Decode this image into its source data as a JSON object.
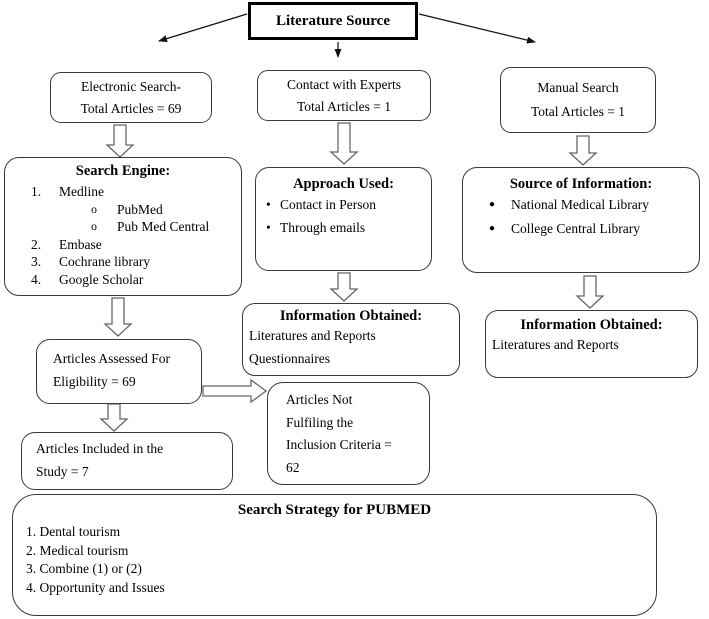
{
  "title": {
    "label": "Literature Source"
  },
  "row1": {
    "electronic": {
      "line1": "Electronic Search-",
      "line2": "Total Articles = 69"
    },
    "contact": {
      "line1": "Contact with Experts",
      "line2": "Total Articles = 1"
    },
    "manual": {
      "line1": "Manual Search",
      "line2": "Total Articles = 1"
    }
  },
  "search_engine": {
    "heading": "Search Engine:",
    "items": [
      {
        "num": "1.",
        "label": "Medline"
      },
      {
        "bullet": "o",
        "label": "PubMed"
      },
      {
        "bullet": "o",
        "label": "Pub Med Central"
      },
      {
        "num": "2.",
        "label": "Embase"
      },
      {
        "num": "3.",
        "label": "Cochrane library"
      },
      {
        "num": "4.",
        "label": "Google Scholar"
      }
    ]
  },
  "approach": {
    "heading": "Approach Used:",
    "bullet_char": "•",
    "items": [
      "Contact in Person",
      "Through emails"
    ]
  },
  "source_info": {
    "heading": "Source of Information:",
    "bullet_char": "●",
    "items": [
      "National Medical Library",
      "College Central Library"
    ]
  },
  "info_obtained_mid": {
    "heading": "Information Obtained:",
    "line1": "Literatures and Reports",
    "line2": "Questionnaires"
  },
  "info_obtained_right": {
    "heading": "Information Obtained:",
    "line1": "Literatures and Reports"
  },
  "assessed": {
    "line1": "Articles Assessed For",
    "line2": "Eligibility = 69"
  },
  "not_fulfilling": {
    "line1": "Articles Not",
    "line2": "Fulfiling the",
    "line3": "Inclusion Criteria =",
    "line4": "62"
  },
  "included": {
    "line1": "Articles Included in the",
    "line2": "Study = 7"
  },
  "strategy": {
    "heading": "Search Strategy for PUBMED",
    "items": [
      "1. Dental tourism",
      "2. Medical tourism",
      "3. Combine (1) or (2)",
      "4. Opportunity and Issues"
    ]
  },
  "colors": {
    "box_border": "#3a3a3a",
    "block_arrow_stroke": "#666666",
    "thin_arrow": "#111111"
  }
}
